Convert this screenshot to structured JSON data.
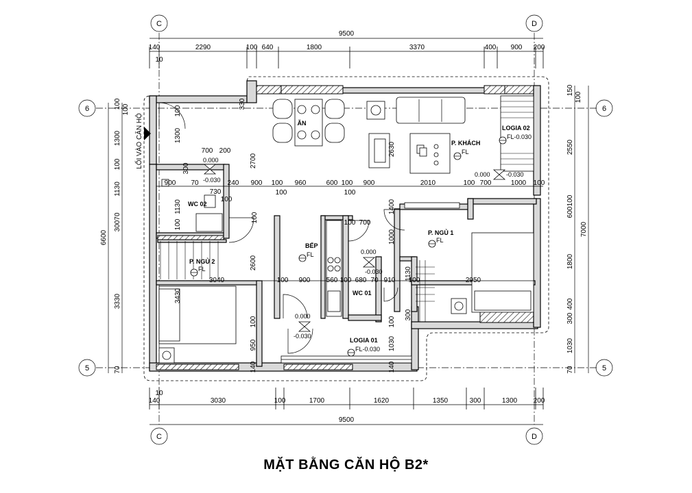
{
  "title": "MẶT BẰNG CĂN HỘ B2*",
  "axes": {
    "col_left": "C",
    "col_right": "D",
    "row_top": "6",
    "row_bottom": "5"
  },
  "dims_top_total": "9500",
  "dims_top": [
    "140",
    "2290",
    "100",
    "640",
    "1800",
    "3370",
    "400",
    "900",
    "200"
  ],
  "dims_top_sub": "10",
  "dims_bottom_total": "9500",
  "dims_bottom": [
    "140",
    "3030",
    "100",
    "1700",
    "1620",
    "1350",
    "300",
    "1300",
    "200"
  ],
  "dims_bottom_sub": "10",
  "dims_left_total": "6600",
  "dims_left": [
    "100",
    "1300",
    "100",
    "1130",
    "70",
    "300",
    "3330",
    "70"
  ],
  "dims_left_sub": [
    "100"
  ],
  "dims_right_total": "7000",
  "dims_right": [
    "150",
    "2550",
    "100",
    "600",
    "1800",
    "400",
    "300",
    "1030",
    "70"
  ],
  "dims_right_sub": [
    "100"
  ],
  "inner_dims": {
    "row1": [
      "900",
      "70",
      "240",
      "900",
      "100",
      "960",
      "600",
      "100",
      "900",
      "2010",
      "100",
      "700",
      "1000",
      "100"
    ],
    "row1_sub": [
      "100",
      "100"
    ],
    "wc2": [
      "700",
      "200",
      "730",
      "100"
    ],
    "vert_a": [
      "330",
      "2700",
      "1300",
      "100",
      "300",
      "1130",
      "100"
    ],
    "vert_b": [
      "2630",
      "1400",
      "100",
      "700",
      "1000",
      "100"
    ],
    "row2": [
      "3040",
      "100",
      "900",
      "560",
      "100",
      "680",
      "70",
      "910",
      "100",
      "2950"
    ],
    "vert_c": [
      "3430",
      "2600",
      "100",
      "950",
      "140",
      "1030",
      "100",
      "300",
      "1130",
      "140"
    ]
  },
  "rooms": {
    "an": "ĂN",
    "khach": "P. KHÁCH",
    "logia02": "LOGIA 02",
    "ngu1": "P. NGỦ 1",
    "ngu2": "P. NGỦ 2",
    "bep": "BẾP",
    "wc01": "WC 01",
    "wc02": "WC 02",
    "logia01": "LOGIA 01",
    "entry": "LỐI VÀO CĂN HỘ"
  },
  "levels": {
    "fl": "FL",
    "fl_neg": "FL-0.030",
    "zero": "0.000",
    "neg": "-0.030"
  }
}
